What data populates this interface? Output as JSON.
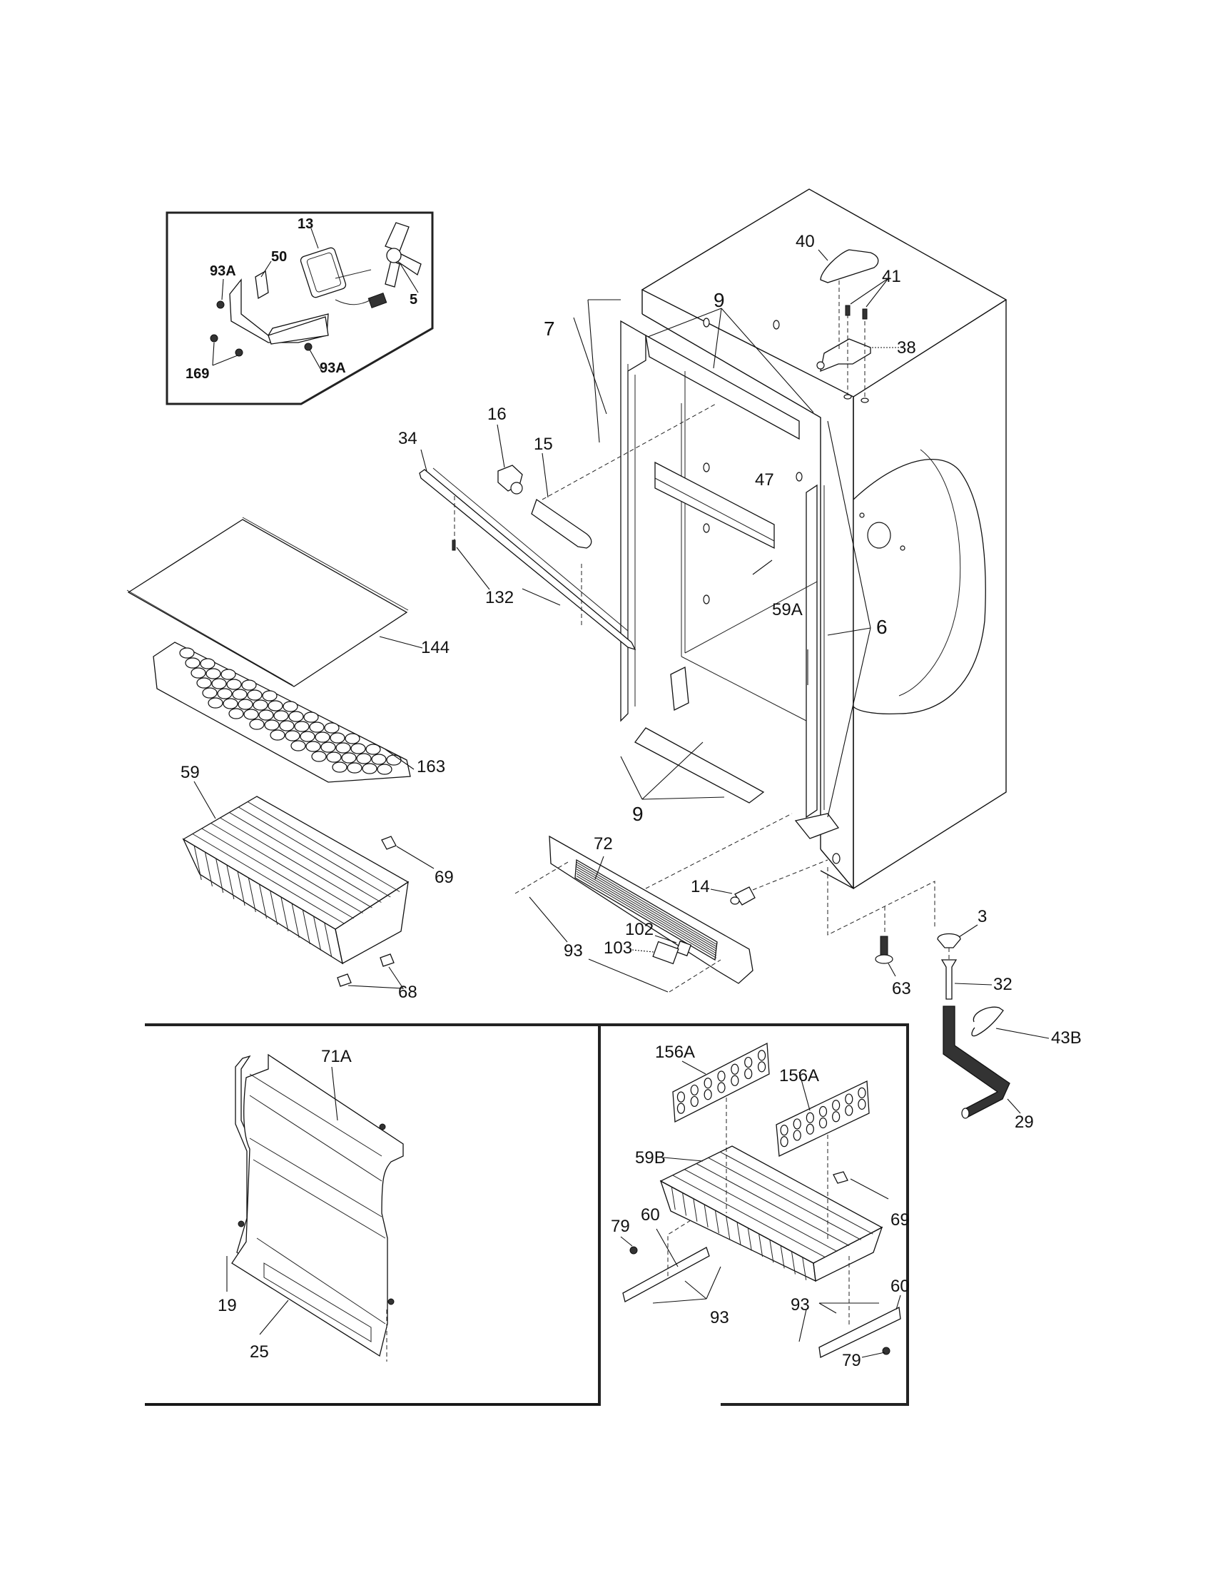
{
  "diagram": {
    "title": "Cabinet exploded parts view",
    "insets": {
      "fan_motor": {
        "labels": [
          "13",
          "50",
          "93A",
          "5",
          "169",
          "93A"
        ]
      },
      "back_panel": {
        "labels": [
          "71A",
          "19",
          "25"
        ]
      },
      "basket_assembly": {
        "labels": [
          "156A",
          "156A",
          "59B",
          "69",
          "79",
          "60",
          "93",
          "93",
          "60",
          "79"
        ]
      }
    },
    "callouts": {
      "c40": "40",
      "c41": "41",
      "c38": "38",
      "c9_top": "9",
      "c7": "7",
      "c34": "34",
      "c16": "16",
      "c15": "15",
      "c47": "47",
      "c132": "132",
      "c59A": "59A",
      "c6": "6",
      "c144": "144",
      "c163": "163",
      "c59": "59",
      "c69": "69",
      "c68": "68",
      "c9_bottom": "9",
      "c72": "72",
      "c14": "14",
      "c102": "102",
      "c103": "103",
      "c93": "93",
      "c63": "63",
      "c3": "3",
      "c32": "32",
      "c43B": "43B",
      "c29": "29",
      "i13": "13",
      "i50": "50",
      "i93A_top": "93A",
      "i5": "5",
      "i169": "169",
      "i93A_bottom": "93A",
      "i71A": "71A",
      "i19": "19",
      "i25": "25",
      "i156A_left": "156A",
      "i156A_right": "156A",
      "i59B": "59B",
      "i69": "69",
      "i79_left": "79",
      "i60_left": "60",
      "i93_left": "93",
      "i93_right": "93",
      "i60_right": "60",
      "i79_right": "79"
    }
  }
}
